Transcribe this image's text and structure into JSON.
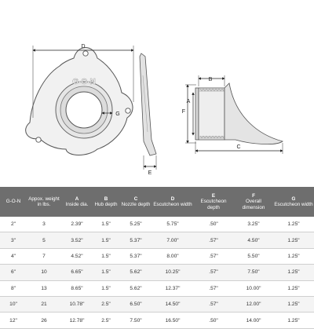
{
  "drawing": {
    "front_dim_label": "D",
    "front_side_label": "G",
    "logo_text": "G-O-N",
    "edge_dim_label": "E",
    "side_labels": {
      "b": "B",
      "a": "A",
      "f": "F",
      "c": "C"
    }
  },
  "table": {
    "columns": [
      {
        "code": "",
        "label": "G-O-N"
      },
      {
        "code": "",
        "label": "Appox. weight in lbs."
      },
      {
        "code": "A",
        "label": "Inside dia."
      },
      {
        "code": "B",
        "label": "Hub depth"
      },
      {
        "code": "C",
        "label": "Nozzle depth"
      },
      {
        "code": "D",
        "label": "Escutcheon width"
      },
      {
        "code": "E",
        "label": "Escutcheon depth"
      },
      {
        "code": "F",
        "label": "Overall dimension"
      },
      {
        "code": "G",
        "label": "Escutcheon width"
      }
    ],
    "rows": [
      [
        "2\"",
        "3",
        "2.39\"",
        "1.5\"",
        "5.25\"",
        "5.75\"",
        ".50\"",
        "3.25\"",
        "1.25\""
      ],
      [
        "3\"",
        "5",
        "3.52\"",
        "1.5\"",
        "5.37\"",
        "7.00\"",
        ".57\"",
        "4.50\"",
        "1.25\""
      ],
      [
        "4\"",
        "7",
        "4.52\"",
        "1.5\"",
        "5.37\"",
        "8.00\"",
        ".57\"",
        "5.50\"",
        "1.25\""
      ],
      [
        "6\"",
        "10",
        "6.65\"",
        "1.5\"",
        "5.62\"",
        "10.25\"",
        ".57\"",
        "7.50\"",
        "1.25\""
      ],
      [
        "8\"",
        "13",
        "8.65\"",
        "1.5\"",
        "5.62\"",
        "12.37\"",
        ".57\"",
        "10.00\"",
        "1.25\""
      ],
      [
        "10\"",
        "21",
        "10.78\"",
        "2.5\"",
        "6.50\"",
        "14.50\"",
        ".57\"",
        "12.00\"",
        "1.25\""
      ],
      [
        "12\"",
        "26",
        "12.78\"",
        "2.5\"",
        "7.50\"",
        "16.50\"",
        ".50\"",
        "14.00\"",
        "1.25\""
      ]
    ]
  }
}
